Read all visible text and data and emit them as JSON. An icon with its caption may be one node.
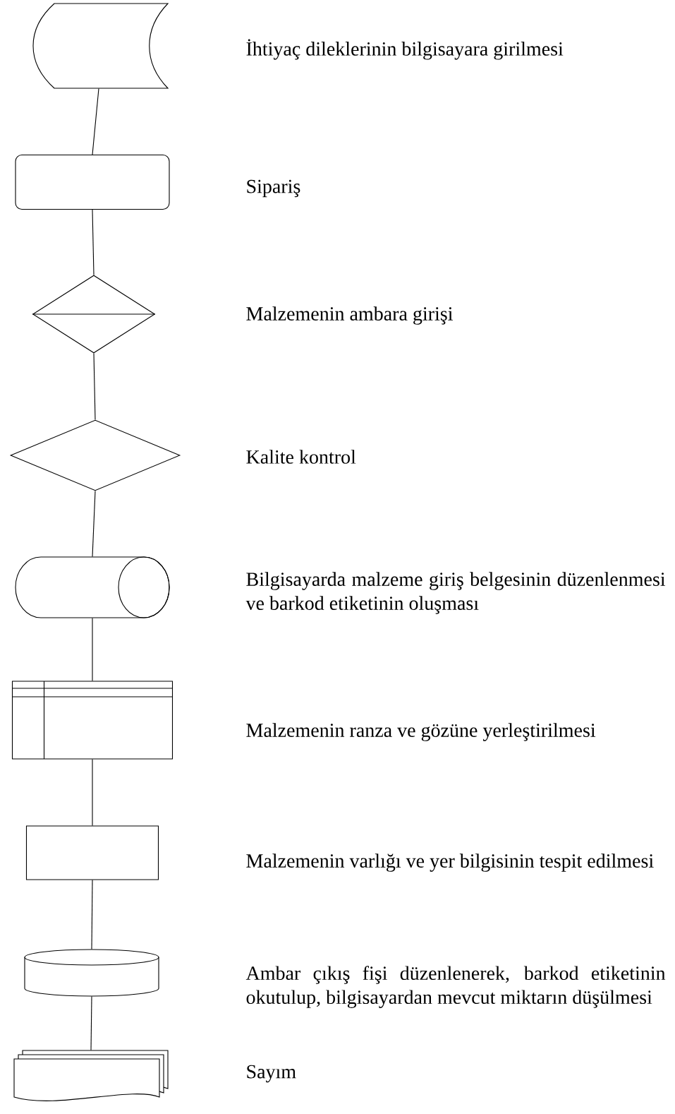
{
  "diagram": {
    "nodes": [
      {
        "text": [],
        "shape": "stored-data"
      },
      {
        "text": [],
        "shape": "rounded-box"
      },
      {
        "text": [],
        "shape": "sort-diamond"
      },
      {
        "text": [],
        "shape": "diamond"
      },
      {
        "text": [],
        "shape": "drum"
      },
      {
        "text": [],
        "shape": "internal-storage"
      },
      {
        "text": [],
        "shape": "box"
      },
      {
        "text": [],
        "shape": "cylinder"
      },
      {
        "text": [],
        "shape": "documents"
      }
    ],
    "edges": [
      {
        "from": 0,
        "to": 1,
        "arrow": "none"
      },
      {
        "from": 1,
        "to": 2,
        "arrow": "none"
      },
      {
        "from": 2,
        "to": 3,
        "arrow": "none"
      },
      {
        "from": 3,
        "to": 4,
        "arrow": "none"
      },
      {
        "from": 4,
        "to": 5,
        "arrow": "none"
      },
      {
        "from": 5,
        "to": 6,
        "arrow": "none"
      },
      {
        "from": 6,
        "to": 7,
        "arrow": "none"
      },
      {
        "from": 7,
        "to": 8,
        "arrow": "none"
      }
    ],
    "labels": [
      "İhtiyaç dileklerinin bilgisayara girilmesi",
      "Sipariş",
      "Malzemenin ambara girişi",
      "Kalite kontrol",
      "Bilgisayarda malzeme giriş belgesinin düzenlenmesi ve barkod etiketinin oluşması",
      "Malzemenin ranza ve gözüne yerleştirilmesi",
      "Malzemenin varlığı ve yer bilgisinin tespit edilmesi",
      "Ambar çıkış fişi düzenlenerek, barkod etiketinin okutulup, bilgisayardan mevcut miktarın düşülmesi",
      "Sayım"
    ]
  }
}
